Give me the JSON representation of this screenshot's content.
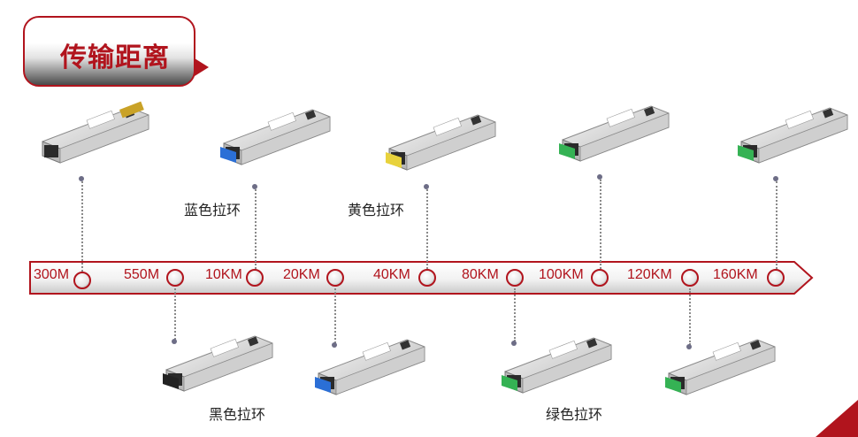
{
  "title": "传输距离",
  "distances": [
    "300M",
    "550M",
    "10KM",
    "20KM",
    "40KM",
    "80KM",
    "100KM",
    "120KM",
    "160KM"
  ],
  "captions": {
    "blue": "蓝色拉环",
    "yellow": "黄色拉环",
    "black": "黑色拉环",
    "green": "绿色拉环"
  },
  "colors": {
    "accent": "#b1141d",
    "pull_blue": "#2b6fd6",
    "pull_yellow": "#e8d23c",
    "pull_green": "#35b254",
    "pull_black": "#222222"
  },
  "icons": [
    "sfp-module-icon"
  ]
}
